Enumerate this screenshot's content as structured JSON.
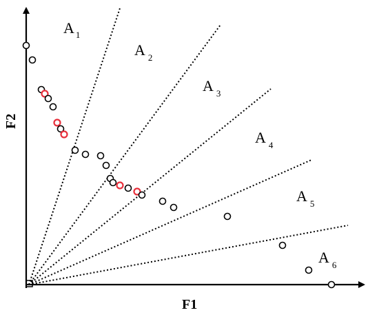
{
  "axes": {
    "x_label": "F1",
    "y_label": "F2"
  },
  "regions": [
    {
      "name": "A",
      "sub": "1"
    },
    {
      "name": "A",
      "sub": "2"
    },
    {
      "name": "A",
      "sub": "3"
    },
    {
      "name": "A",
      "sub": "4"
    },
    {
      "name": "A",
      "sub": "5"
    },
    {
      "name": "A",
      "sub": "6"
    }
  ],
  "colors": {
    "axis": "#000000",
    "divider": "#000000",
    "point_default": "#000000",
    "point_highlight": "#e8303c"
  },
  "points": [
    {
      "highlight": false
    },
    {
      "highlight": false
    },
    {
      "highlight": false
    },
    {
      "highlight": true
    },
    {
      "highlight": false
    },
    {
      "highlight": false
    },
    {
      "highlight": true
    },
    {
      "highlight": false
    },
    {
      "highlight": true
    },
    {
      "highlight": false
    },
    {
      "highlight": false
    },
    {
      "highlight": false
    },
    {
      "highlight": false
    },
    {
      "highlight": false
    },
    {
      "highlight": false
    },
    {
      "highlight": true
    },
    {
      "highlight": false
    },
    {
      "highlight": true
    },
    {
      "highlight": false
    },
    {
      "highlight": false
    },
    {
      "highlight": false
    },
    {
      "highlight": false
    },
    {
      "highlight": false
    },
    {
      "highlight": false
    },
    {
      "highlight": false
    }
  ]
}
